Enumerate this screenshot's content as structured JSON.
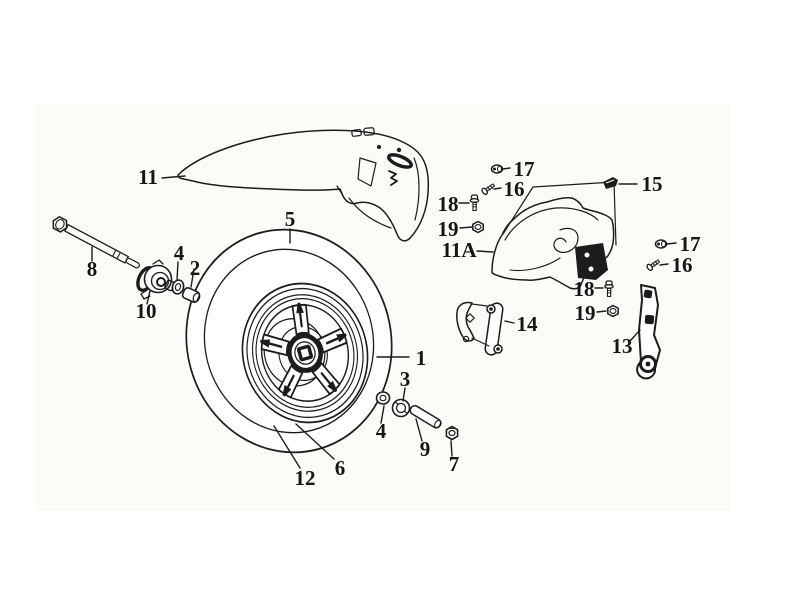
{
  "figure": {
    "description": "Exploded parts diagram of a scooter front wheel assembly (front wheel, fender, axle, brackets and fasteners)"
  },
  "colors": {
    "ink": "#1c1c1c",
    "background": "#ffffff",
    "paper_tint": "#fafcf8"
  },
  "labels": [
    {
      "text": "11"
    },
    {
      "text": "5"
    },
    {
      "text": "8"
    },
    {
      "text": "10"
    },
    {
      "text": "4"
    },
    {
      "text": "2"
    },
    {
      "text": "1"
    },
    {
      "text": "3"
    },
    {
      "text": "4"
    },
    {
      "text": "9"
    },
    {
      "text": "7"
    },
    {
      "text": "12"
    },
    {
      "text": "6"
    },
    {
      "text": "11A"
    },
    {
      "text": "15"
    },
    {
      "text": "17"
    },
    {
      "text": "16"
    },
    {
      "text": "18"
    },
    {
      "text": "19"
    },
    {
      "text": "14"
    },
    {
      "text": "17"
    },
    {
      "text": "16"
    },
    {
      "text": "18"
    },
    {
      "text": "19"
    },
    {
      "text": "13"
    }
  ]
}
